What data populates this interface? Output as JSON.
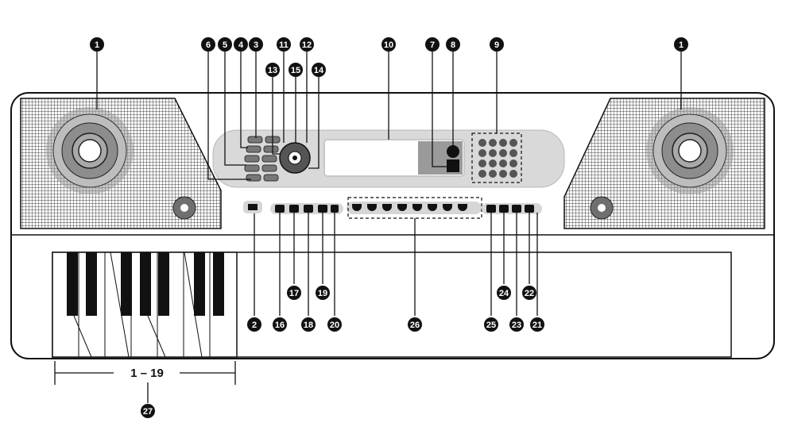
{
  "diagram": {
    "colors": {
      "outline": "#111111",
      "callout_fill": "#111111",
      "callout_text": "#ffffff",
      "panel_gray": "#d6d6d6",
      "grille_gray": "#cfcfcf",
      "button_dark": "#222222",
      "background": "#ffffff"
    },
    "callouts": {
      "c1_left": "1",
      "c1_right": "1",
      "c2": "2",
      "c3": "3",
      "c4": "4",
      "c5": "5",
      "c6": "6",
      "c7": "7",
      "c8": "8",
      "c9": "9",
      "c10": "10",
      "c11": "11",
      "c12": "12",
      "c13": "13",
      "c14": "14",
      "c15": "15",
      "c16": "16",
      "c17": "17",
      "c18": "18",
      "c19": "19",
      "c20": "20",
      "c21": "21",
      "c22": "22",
      "c23": "23",
      "c24": "24",
      "c25": "25",
      "c26": "26",
      "c27": "27"
    },
    "key_range_label": "1 – 19"
  }
}
